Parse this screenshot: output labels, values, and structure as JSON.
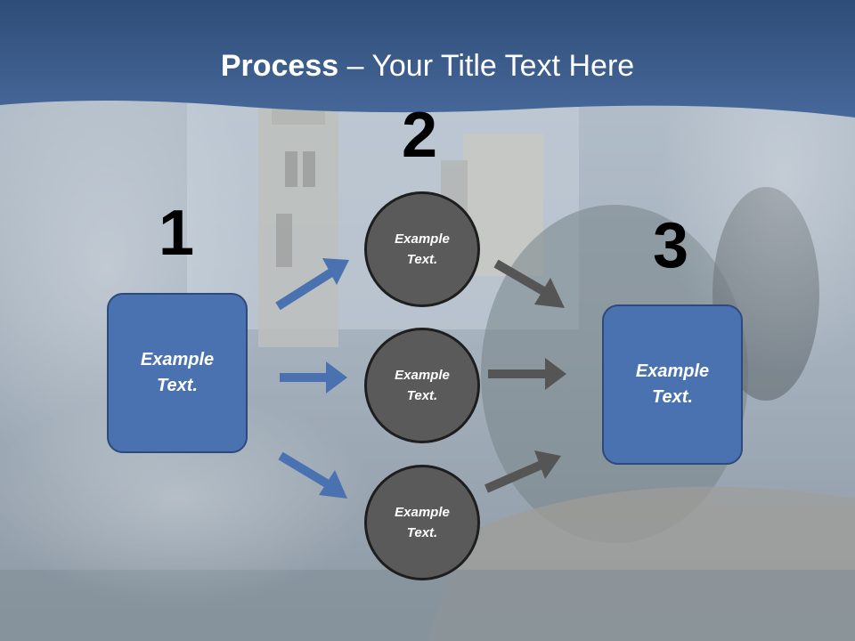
{
  "slide": {
    "title_bold": "Process",
    "title_rest": " – Your Title Text Here",
    "numbers": [
      "1",
      "2",
      "3"
    ],
    "left_box": "Example\nText.",
    "right_box": "Example\nText.",
    "circles": [
      "Example\nText.",
      "Example\nText.",
      "Example\nText."
    ]
  },
  "colors": {
    "header": "#3e5f8e",
    "box_fill": "#4a72b0",
    "circle_fill": "#5a5a5a",
    "blue_arrow": "#4a72b0",
    "gray_arrow": "#555555"
  }
}
